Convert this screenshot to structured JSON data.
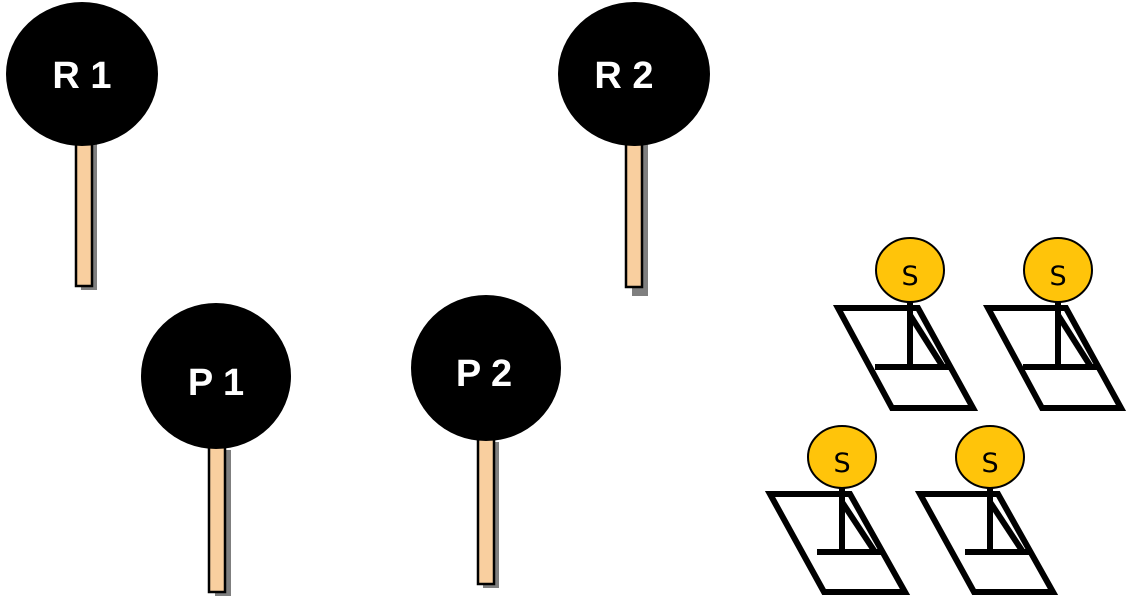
{
  "paddles": [
    {
      "id": "r1",
      "label": "R 1"
    },
    {
      "id": "r2",
      "label": "R 2"
    },
    {
      "id": "p1",
      "label": "P 1"
    },
    {
      "id": "p2",
      "label": "P 2"
    }
  ],
  "stands": [
    {
      "id": "s1",
      "label": "S"
    },
    {
      "id": "s2",
      "label": "S"
    },
    {
      "id": "s3",
      "label": "S"
    },
    {
      "id": "s4",
      "label": "S"
    }
  ],
  "colors": {
    "paddle_head": "#000000",
    "paddle_handle": "#f9cf9f",
    "handle_shadow": "#7f7f7f",
    "sign_fill": "#ffc40a",
    "stand_stroke": "#000000"
  }
}
